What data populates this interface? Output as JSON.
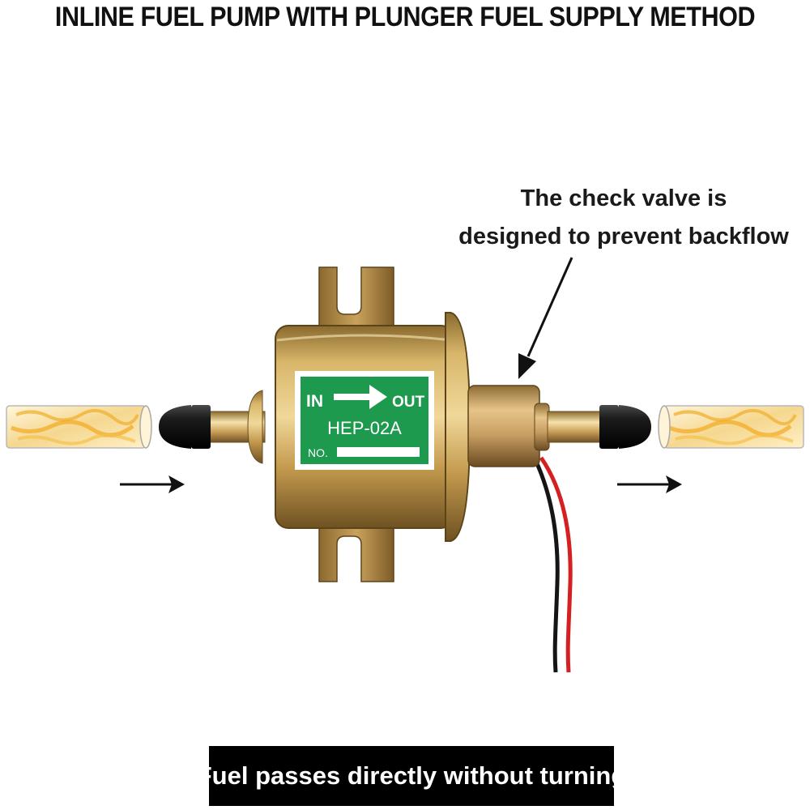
{
  "title": "INLINE FUEL PUMP WITH PLUNGER FUEL SUPPLY METHOD",
  "callout": {
    "line1": "The check valve is",
    "line2": "designed to prevent backflow"
  },
  "label": {
    "in": "IN",
    "out": "OUT",
    "model": "HEP-02A",
    "number_prefix": "NO."
  },
  "caption": "Fuel passes directly without turning",
  "icons": [
    "arrow-right-icon",
    "arrow-right-icon",
    "callout-arrow-icon"
  ],
  "colors": {
    "label_green": "#1e9a4f",
    "metal_brass": "#c8a258",
    "wire_red": "#d42020",
    "wire_black": "#151515",
    "fuel_yellow": "#f2b535",
    "caption_bg": "#000000"
  }
}
